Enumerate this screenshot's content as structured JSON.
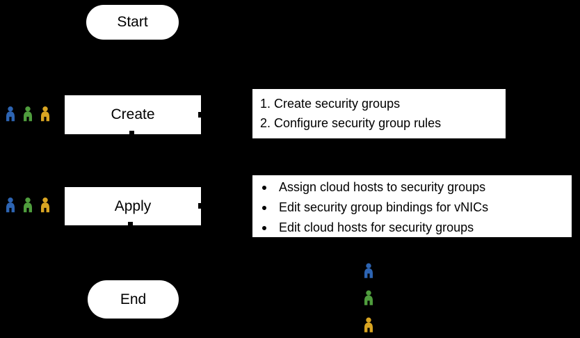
{
  "flow": {
    "start_label": "Start",
    "create_label": "Create",
    "apply_label": "Apply",
    "end_label": "End"
  },
  "create_details": {
    "items": [
      "1. Create security groups",
      "2. Configure security group rules"
    ]
  },
  "apply_details": {
    "items": [
      "Assign cloud hosts to security groups",
      "Edit security group bindings for vNICs",
      "Edit cloud hosts for security groups"
    ]
  },
  "colors": {
    "background": "#000000",
    "node_fill": "#ffffff",
    "node_text": "#000000",
    "user_blue": "#2d64b2",
    "user_green": "#4f9d3d",
    "user_orange": "#d9a522"
  },
  "legend": {
    "icons": [
      "user-blue-icon",
      "user-green-icon",
      "user-orange-icon"
    ]
  }
}
